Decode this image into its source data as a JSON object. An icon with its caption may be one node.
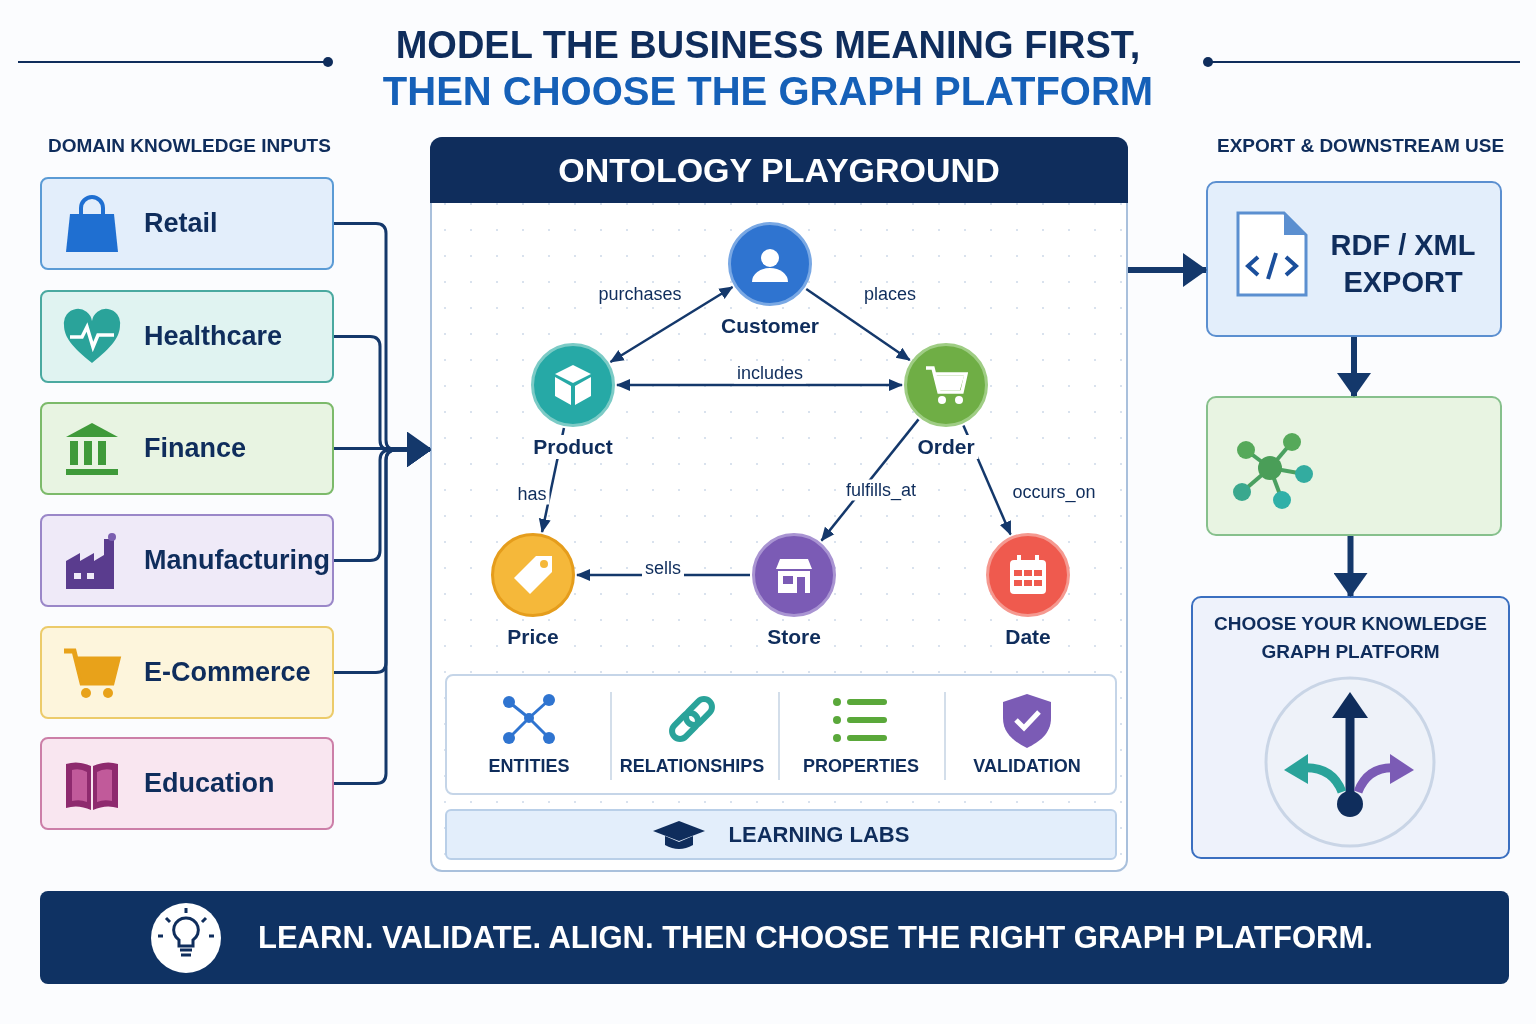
{
  "diagram": {
    "title": "MODEL THE BUSINESS MEANING FIRST, THEN CHOOSE THE GRAPH PLATFORM",
    "nodes": [
      {
        "text": [
          "Retail"
        ]
      },
      {
        "text": [
          "Healthcare"
        ]
      },
      {
        "text": [
          "Finance"
        ]
      },
      {
        "text": [
          "Manufacturing"
        ]
      },
      {
        "text": [
          "E-Commerce"
        ]
      },
      {
        "text": [
          "Education"
        ]
      },
      {
        "text": [
          "ONTOLOGY PLAYGROUND"
        ]
      },
      {
        "text": [
          "Customer"
        ],
        "in": 6
      },
      {
        "text": [
          "Product"
        ],
        "in": 6
      },
      {
        "text": [
          "Order"
        ],
        "in": 6
      },
      {
        "text": [
          "Price"
        ],
        "in": 6
      },
      {
        "text": [
          "Store"
        ],
        "in": 6
      },
      {
        "text": [
          "Date"
        ],
        "in": 6
      },
      {
        "text": [
          "ENTITIES",
          "RELATIONSHIPS",
          "PROPERTIES",
          "VALIDATION"
        ],
        "in": 6
      },
      {
        "text": [
          "LEARNING LABS"
        ],
        "in": 6
      },
      {
        "text": [
          "RDF / XML EXPORT"
        ]
      },
      {
        "text": [],
        "shape": "box"
      },
      {
        "text": [
          "CHOOSE YOUR KNOWLEDGE GRAPH PLATFORM"
        ]
      },
      {
        "text": [
          "LEARN. VALIDATE. ALIGN. THEN CHOOSE THE RIGHT GRAPH PLATFORM."
        ]
      }
    ],
    "edges": [
      {
        "from": 0,
        "to": 6,
        "arrow": "to"
      },
      {
        "from": 1,
        "to": 6,
        "arrow": "to"
      },
      {
        "from": 2,
        "to": 6,
        "arrow": "to"
      },
      {
        "from": 3,
        "to": 6,
        "arrow": "to"
      },
      {
        "from": 4,
        "to": 6,
        "arrow": "to"
      },
      {
        "from": 5,
        "to": 6,
        "arrow": "to"
      },
      {
        "from": 6,
        "to": 15,
        "arrow": "to",
        "style": "thick"
      },
      {
        "from": 15,
        "to": 16,
        "arrow": "to",
        "style": "thick"
      },
      {
        "from": 16,
        "to": 17,
        "arrow": "to",
        "style": "thick"
      },
      {
        "from": 8,
        "to": 7,
        "arrow": "both",
        "label": "purchases"
      },
      {
        "from": 7,
        "to": 9,
        "arrow": "to",
        "label": "places"
      },
      {
        "from": 8,
        "to": 9,
        "arrow": "both",
        "label": "includes"
      },
      {
        "from": 8,
        "to": 10,
        "arrow": "to",
        "label": "has"
      },
      {
        "from": 9,
        "to": 11,
        "arrow": "to",
        "label": "fulfills_at"
      },
      {
        "from": 9,
        "to": 12,
        "arrow": "to",
        "label": "occurs_on"
      },
      {
        "from": 11,
        "to": 10,
        "arrow": "to",
        "label": "sells"
      }
    ],
    "labels": [
      "DOMAIN KNOWLEDGE INPUTS",
      "EXPORT & DOWNSTREAM USE"
    ]
  }
}
